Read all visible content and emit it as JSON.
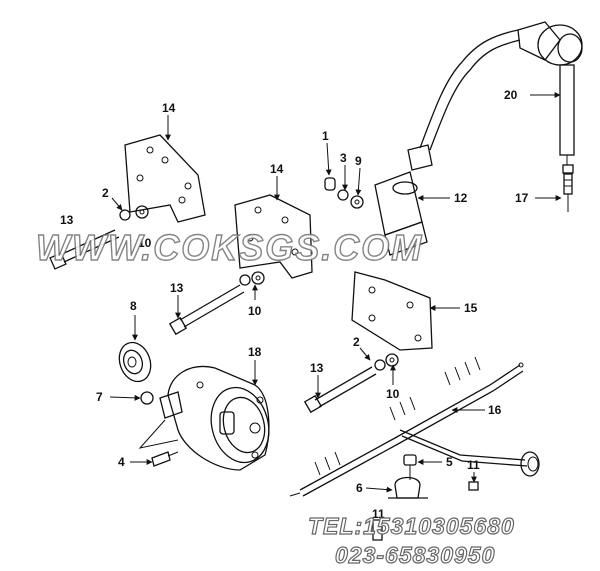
{
  "diagram": {
    "watermark": "WWW.COKSGS.COM",
    "contact_tel": "TEL:15310305680",
    "contact_phone": "023-65830950",
    "callouts": {
      "c1": "1",
      "c2a": "2",
      "c2b": "2",
      "c3": "3",
      "c4": "4",
      "c5": "5",
      "c6": "6",
      "c7": "7",
      "c8": "8",
      "c9": "9",
      "c10a": "10",
      "c10b": "10",
      "c10c": "10",
      "c11a": "11",
      "c11b": "11",
      "c12": "12",
      "c13a": "13",
      "c13b": "13",
      "c13c": "13",
      "c14a": "14",
      "c14b": "14",
      "c15": "15",
      "c16": "16",
      "c17": "17",
      "c18": "18",
      "c20": "20"
    }
  }
}
